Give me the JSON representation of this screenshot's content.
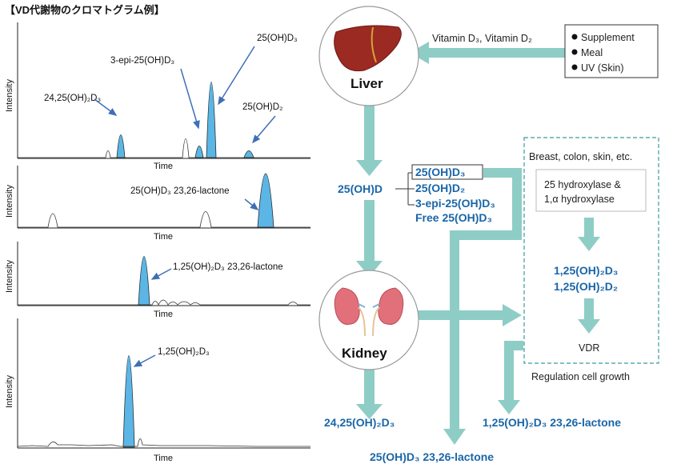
{
  "header": {
    "title": "【VD代謝物のクロマトグラム例】"
  },
  "chromatograms": [
    {
      "xlabel": "Time",
      "ylabel": "Intensity",
      "labels": [
        "24,25(OH)₂D₃",
        "3-epi-25(OH)D₃",
        "25(OH)D₃",
        "25(OH)D₂"
      ]
    },
    {
      "xlabel": "Time",
      "ylabel": "Intensity",
      "labels": [
        "25(OH)D₃ 23,26-lactone"
      ]
    },
    {
      "xlabel": "Time",
      "ylabel": "Intensity",
      "labels": [
        "1,25(OH)₂D₃ 23,26-lactone"
      ]
    },
    {
      "xlabel": "Time",
      "ylabel": "Intensity",
      "labels": [
        "1,25(OH)₂D₃"
      ]
    }
  ],
  "diagram": {
    "liver": "Liver",
    "kidney": "Kidney",
    "input_label": "Vitamin D₃, Vitamin D₂",
    "sources": [
      "Supplement",
      "Meal",
      "UV (Skin)"
    ],
    "node_25ohd": "25(OH)D",
    "forms": [
      "25(OH)D₃",
      "25(OH)D₂",
      "3-epi-25(OH)D₃",
      "Free 25(OH)D₃"
    ],
    "tissues": "Breast, colon, skin, etc.",
    "enzyme_line1": "25 hydroxylase &",
    "enzyme_line2": "1,α hydroxylase",
    "active1": "1,25(OH)₂D₃",
    "active2": "1,25(OH)₂D₂",
    "vdr": "VDR",
    "regulation": "Regulation cell growth",
    "out_kidney": "24,25(OH)₂D₃",
    "out_lactone_1_25": "1,25(OH)₂D₃ 23,26-lactone",
    "out_lactone_25": "25(OH)D₃ 23,26-lactone"
  },
  "colors": {
    "arrow": "#8ecdc6",
    "accent_blue": "#1a66a8",
    "peak_fill": "#5bb6e6"
  }
}
